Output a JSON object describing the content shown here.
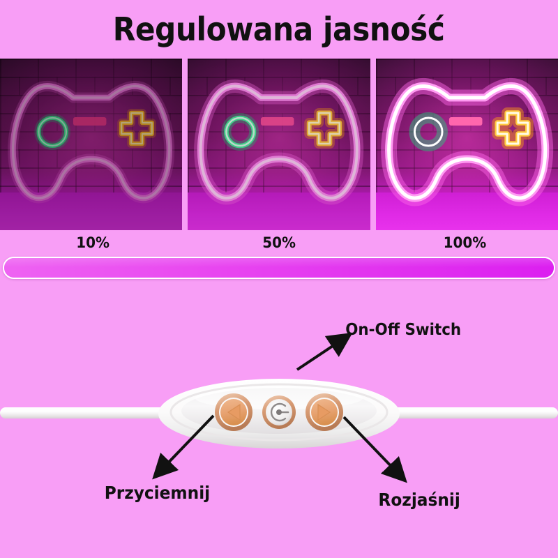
{
  "header": {
    "title": "Regulowana jasność"
  },
  "brightness_demo": {
    "panels": [
      {
        "percent_label": "10%",
        "level": 10,
        "sign": "neon-gamepad-sign",
        "scene": "brick-wall"
      },
      {
        "percent_label": "50%",
        "level": 50,
        "sign": "neon-gamepad-sign",
        "scene": "brick-wall"
      },
      {
        "percent_label": "100%",
        "level": 100,
        "sign": "neon-gamepad-sign",
        "scene": "brick-wall"
      }
    ]
  },
  "gradient_bar": {
    "from_color": "#ee63f2",
    "to_color": "#dc1ff0",
    "border_color": "#ffffff"
  },
  "controller": {
    "device": "inline-dimmer-switch",
    "buttons": [
      {
        "name": "dim-button",
        "icon": "triangle-left-icon"
      },
      {
        "name": "power-button",
        "icon": "rotary-switch-icon"
      },
      {
        "name": "brighten-button",
        "icon": "triangle-right-icon"
      }
    ],
    "callouts": {
      "on_off": "On-Off Switch",
      "dim": "Przyciemnij",
      "brighten": "Rozjaśnij"
    }
  },
  "colors": {
    "background": "#f89ef6",
    "text": "#111111",
    "button_ring": "#d89a74",
    "button_face": "#e8a878",
    "neon_pink": "#ff5ae8",
    "neon_green": "#35e08a",
    "neon_yellow": "#ffb41f"
  }
}
